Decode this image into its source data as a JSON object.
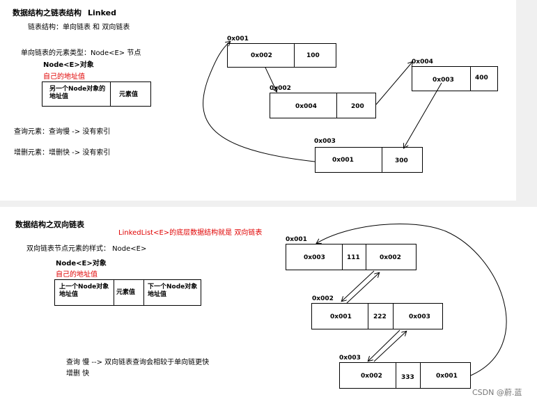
{
  "top": {
    "title": "数据结构之链表结构",
    "title_en": "Linked",
    "line_structure": "链表结构：单向链表 和 双向链表",
    "line_element_type": "单向链表的元素类型：Node<E> 节点",
    "node_object": "Node<E>对象",
    "self_address": "自己的地址值",
    "node_cell_address": "另一个Node对象的地址值",
    "node_cell_value": "元素值",
    "query_note": "查询元素：查询慢 -> 没有索引",
    "modify_note": "增删元素：增删快 -> 没有索引",
    "nodes": [
      {
        "addr_label": "0x001",
        "next": "0x002",
        "value": "100"
      },
      {
        "addr_label": "0x002",
        "next": "0x004",
        "value": "200"
      },
      {
        "addr_label": "0x004",
        "next": "0x003",
        "value": "400"
      },
      {
        "addr_label": "0x003",
        "next": "0x001",
        "value": "300"
      }
    ]
  },
  "bottom": {
    "title": "数据结构之双向链表",
    "linkedlist_note": "LinkedList<E>的底层数据结构就是 双向链表",
    "node_style": "双向链表节点元素的样式： Node<E>",
    "node_object": "Node<E>对象",
    "self_address": "自己的地址值",
    "prev_address": "上一个Node对象地址值",
    "element_value": "元素值",
    "next_address": "下一个Node对象地址值",
    "query_note": "查询 慢 --> 双向链表查询会相较于单向链更快",
    "modify_note": "增删 快",
    "nodes": [
      {
        "addr_label": "0x001",
        "prev": "0x003",
        "value": "111",
        "next": "0x002"
      },
      {
        "addr_label": "0x002",
        "prev": "0x001",
        "value": "222",
        "next": "0x003"
      },
      {
        "addr_label": "0x003",
        "prev": "0x002",
        "value": "333",
        "next": "0x001"
      }
    ]
  },
  "watermark": "CSDN @蔚.蓝"
}
